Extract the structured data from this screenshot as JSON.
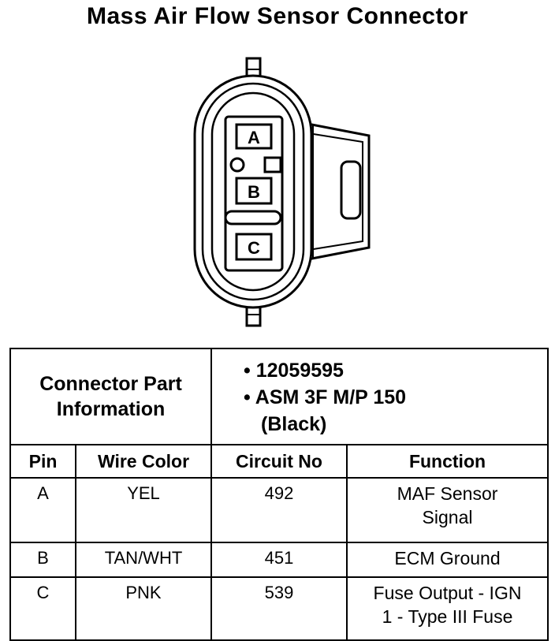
{
  "title": "Mass Air Flow Sensor Connector",
  "connector": {
    "pins": [
      "A",
      "B",
      "C"
    ]
  },
  "part_info": {
    "label_line1": "Connector Part",
    "label_line2": "Information",
    "part_number": "• 12059595",
    "assembly": "• ASM 3F M/P 150",
    "color": "(Black)"
  },
  "headers": {
    "pin": "Pin",
    "wire_color": "Wire Color",
    "circuit_no": "Circuit No",
    "function": "Function"
  },
  "rows": [
    {
      "pin": "A",
      "wire": "YEL",
      "circuit": "492",
      "function_line1": "MAF Sensor",
      "function_line2": "Signal"
    },
    {
      "pin": "B",
      "wire": "TAN/WHT",
      "circuit": "451",
      "function_line1": "ECM Ground",
      "function_line2": ""
    },
    {
      "pin": "C",
      "wire": "PNK",
      "circuit": "539",
      "function_line1": "Fuse Output - IGN",
      "function_line2": "1 - Type III Fuse"
    }
  ]
}
